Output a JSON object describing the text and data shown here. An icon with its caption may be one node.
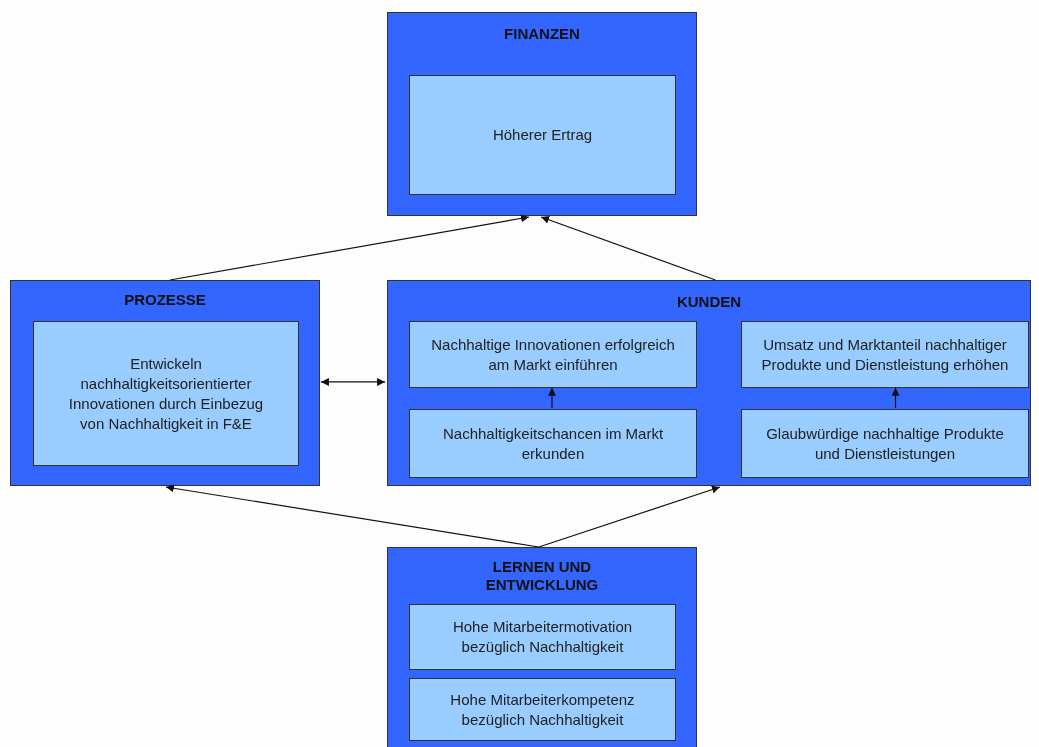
{
  "diagram": {
    "nodes": [
      {
        "text": [
          "FINANZEN"
        ]
      },
      {
        "text": [
          "Höherer Ertrag"
        ],
        "in": 0
      },
      {
        "text": [
          "PROZESSE"
        ]
      },
      {
        "text": [
          "Entwickeln nachhaltigkeitsorientierter Innovationen durch Einbezug von Nachhaltigkeit in F&E"
        ],
        "in": 2
      },
      {
        "text": [
          "KUNDEN"
        ]
      },
      {
        "text": [
          "Nachhaltige Innovationen erfolgreich am Markt einführen"
        ],
        "in": 4
      },
      {
        "text": [
          "Umsatz und Marktanteil nachhaltiger Produkte und Dienstleistung erhöhen"
        ],
        "in": 4
      },
      {
        "text": [
          "Nachhaltigkeitschancen im Markt erkunden"
        ],
        "in": 4
      },
      {
        "text": [
          "Glaubwürdige nachhaltige Produkte und Dienstleistungen"
        ],
        "in": 4
      },
      {
        "text": [
          "LERNEN UND ENTWICKLUNG"
        ]
      },
      {
        "text": [
          "Hohe Mitarbeitermotivation bezüglich Nachhaltigkeit"
        ],
        "in": 9
      },
      {
        "text": [
          "Hohe Mitarbeiterkompetenz bezüglich Nachhaltigkeit"
        ],
        "in": 9
      }
    ],
    "edges": [
      {
        "from": 2,
        "to": 0,
        "arrow": "to"
      },
      {
        "from": 4,
        "to": 0,
        "arrow": "to"
      },
      {
        "from": 2,
        "to": 4,
        "arrow": "both"
      },
      {
        "from": 7,
        "to": 5,
        "arrow": "to"
      },
      {
        "from": 8,
        "to": 6,
        "arrow": "to"
      },
      {
        "from": 9,
        "to": 2,
        "arrow": "to"
      },
      {
        "from": 9,
        "to": 4,
        "arrow": "to"
      }
    ]
  }
}
